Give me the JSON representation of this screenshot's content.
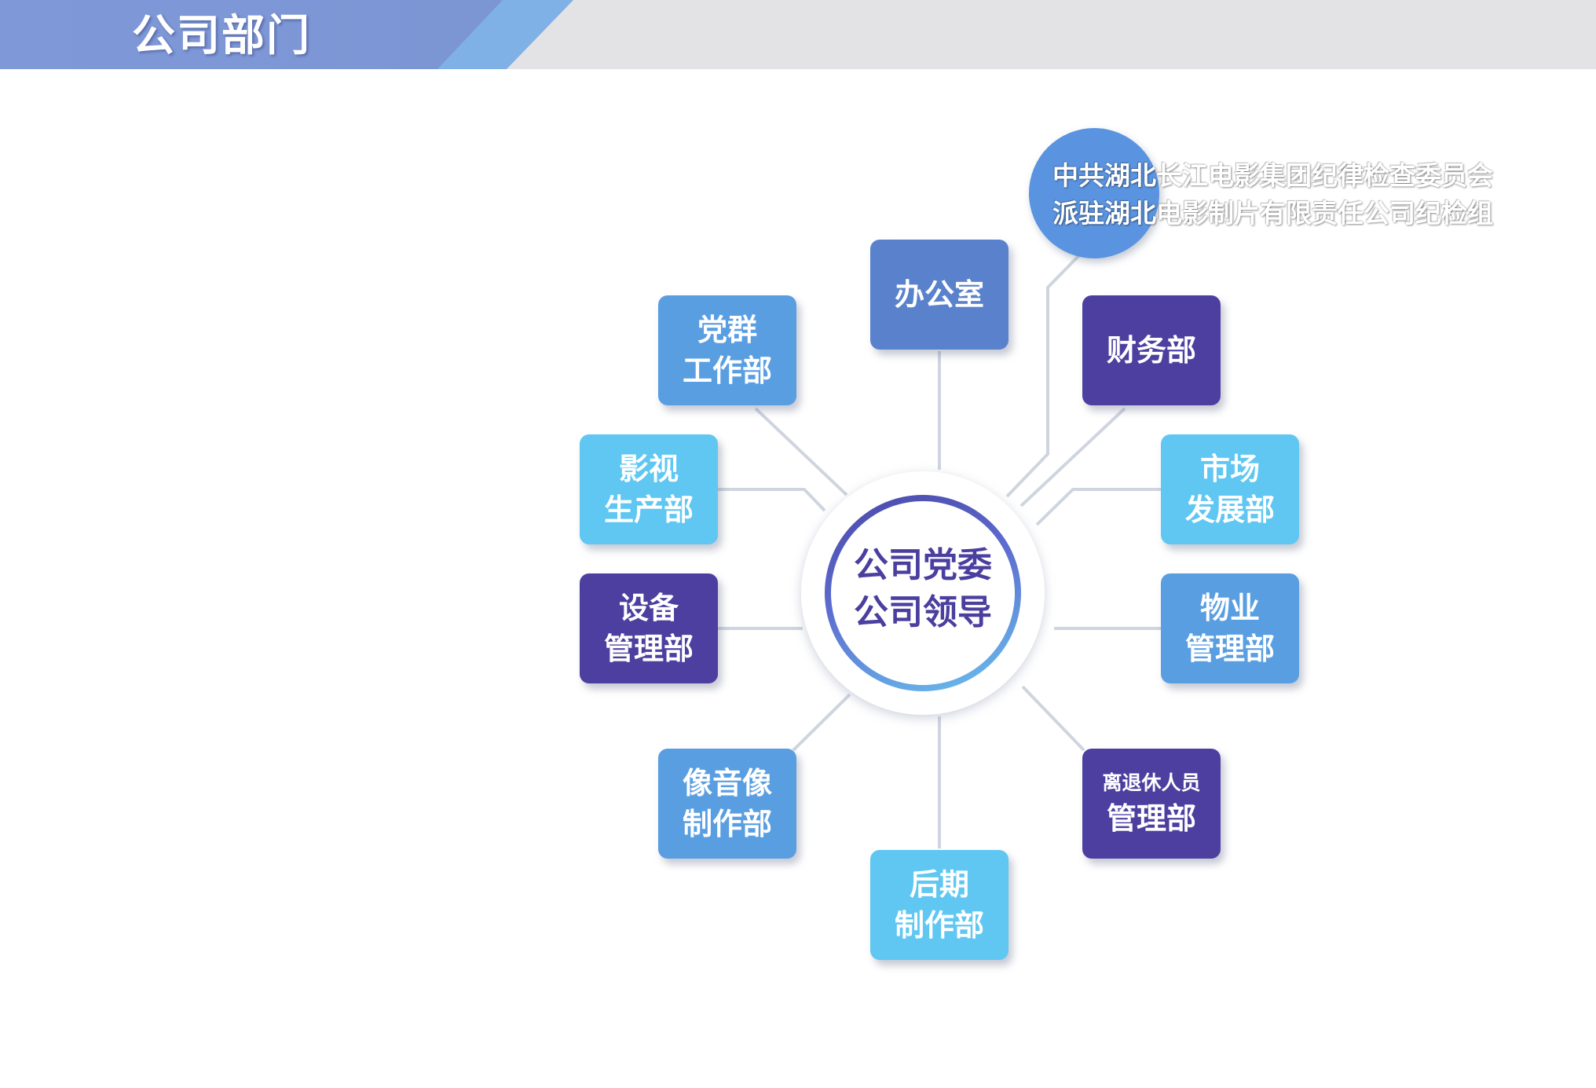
{
  "header": {
    "title": "公司部门"
  },
  "center": {
    "line1": "公司党委",
    "line2": "公司领导"
  },
  "discipline": {
    "line1": "中共湖北长江电影集团纪律检查委员会",
    "line2": "派驻湖北电影制片有限责任公司纪检组"
  },
  "departments": {
    "office": {
      "line1": "办公室"
    },
    "party": {
      "line1": "党群",
      "line2": "工作部"
    },
    "finance": {
      "line1": "财务部"
    },
    "film": {
      "line1": "影视",
      "line2": "生产部"
    },
    "market": {
      "line1": "市场",
      "line2": "发展部"
    },
    "equipment": {
      "line1": "设备",
      "line2": "管理部"
    },
    "property": {
      "line1": "物业",
      "line2": "管理部"
    },
    "audio": {
      "line1": "像音像",
      "line2": "制作部"
    },
    "retiree": {
      "line1": "离退休人员",
      "line2": "管理部"
    },
    "post": {
      "line1": "后期",
      "line2": "制作部"
    }
  },
  "colors": {
    "dark_purple": "#4d3f9f",
    "mid_blue": "#5a9ee2",
    "light_blue": "#5fc7f2",
    "office_blue": "#5a82cc",
    "connector": "#cfd5df"
  }
}
